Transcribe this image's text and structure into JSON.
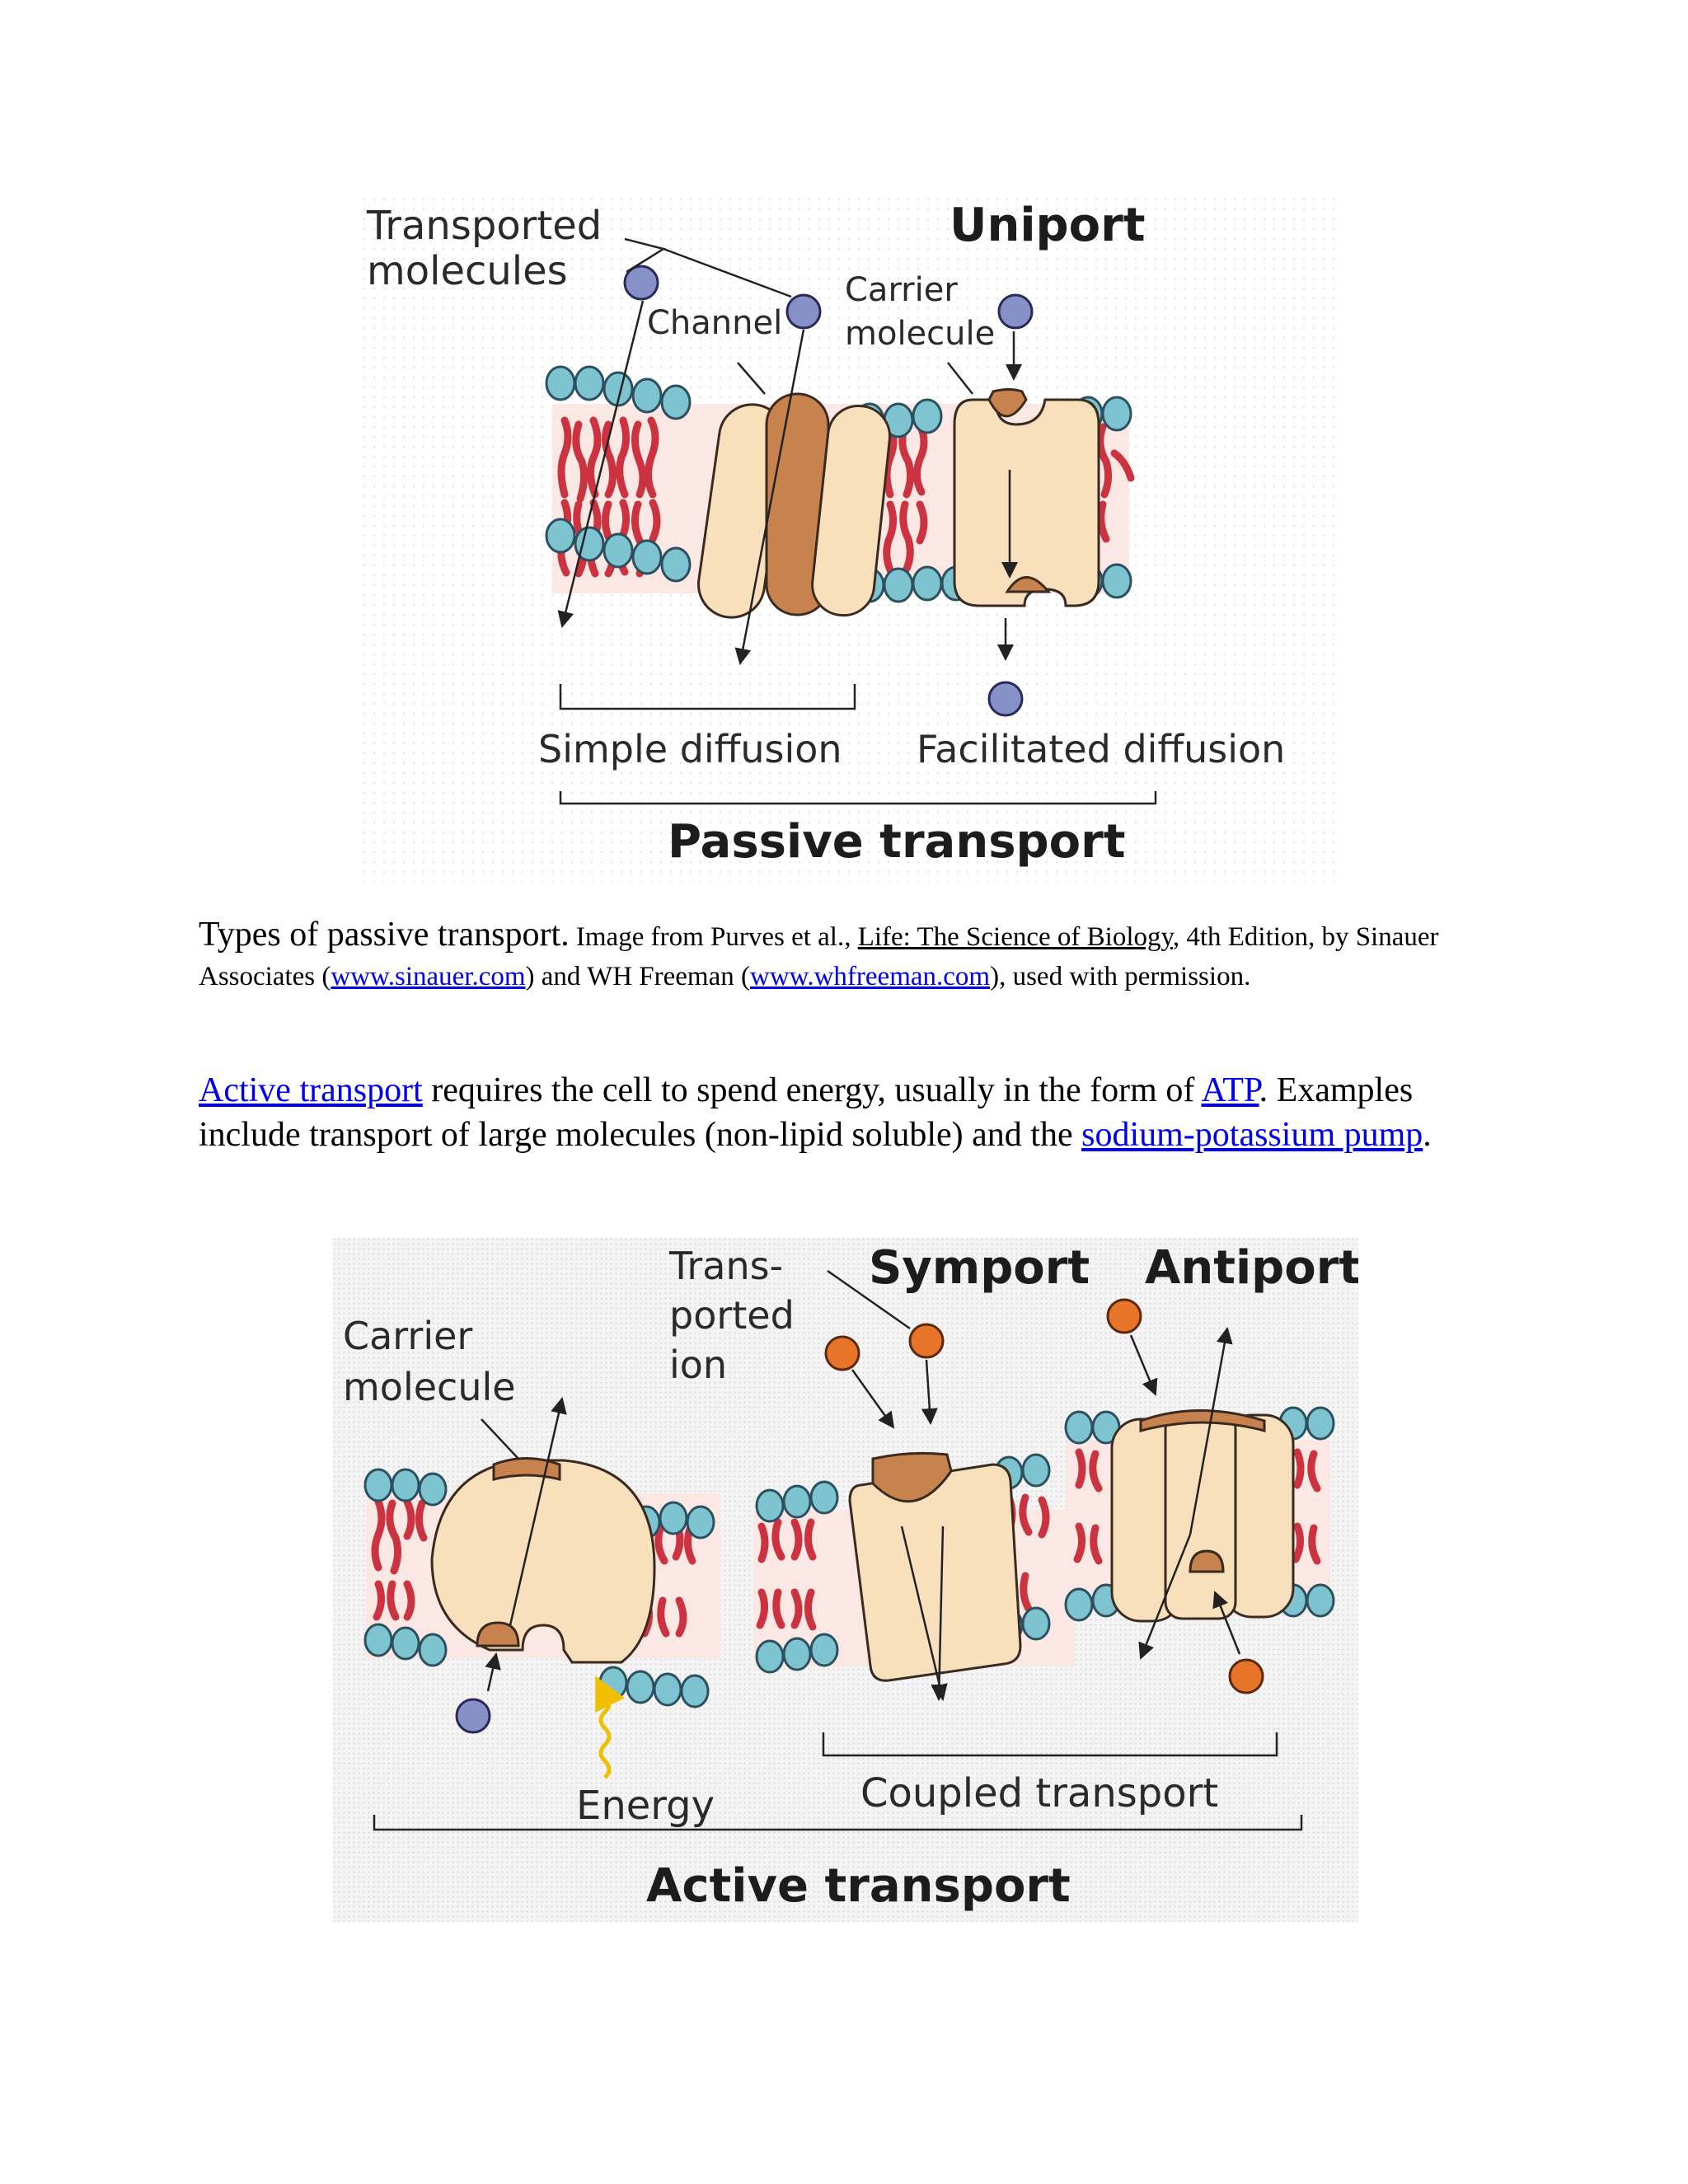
{
  "passive_figure": {
    "transported_molecules": [
      "Transported",
      "molecules"
    ],
    "uniport": "Uniport",
    "channel": "Channel",
    "carrier_molecule": [
      "Carrier",
      "molecule"
    ],
    "simple_diffusion": "Simple diffusion",
    "facilitated_diffusion": "Facilitated diffusion",
    "passive_transport": "Passive transport",
    "colors": {
      "molecule_blue": "#8890c8",
      "protein": "#f8e0bc",
      "protein_dark": "#c8824e",
      "lipid_head": "#7ec4d0",
      "lipid_tail": "#cc3340"
    }
  },
  "caption": {
    "lead": "Types of passive transport.",
    "text1": " Image from Purves et al., ",
    "book": "Life: The Science of Biology",
    "text2": ", 4th Edition, by Sinauer Associates (",
    "link1": "www.sinauer.com",
    "text3": ") and WH Freeman (",
    "link2": "www.whfreeman.com",
    "text4": "), used with permission."
  },
  "paragraph": {
    "link_active": "Active transport",
    "text1": " requires the cell to spend energy, usually in the form of ",
    "link_atp": "ATP",
    "text2": ". Examples include transport of large molecules (non-lipid soluble) and the ",
    "link_pump": "sodium-potassium pump",
    "text3": "."
  },
  "active_figure": {
    "transported_ion": [
      "Trans-",
      "ported",
      "ion"
    ],
    "symport": "Symport",
    "antiport": "Antiport",
    "carrier_molecule": [
      "Carrier",
      "molecule"
    ],
    "energy": "Energy",
    "coupled_transport": "Coupled transport",
    "active_transport": "Active transport",
    "colors": {
      "ion_orange": "#e8742a",
      "energy_yellow": "#f0c000"
    }
  }
}
